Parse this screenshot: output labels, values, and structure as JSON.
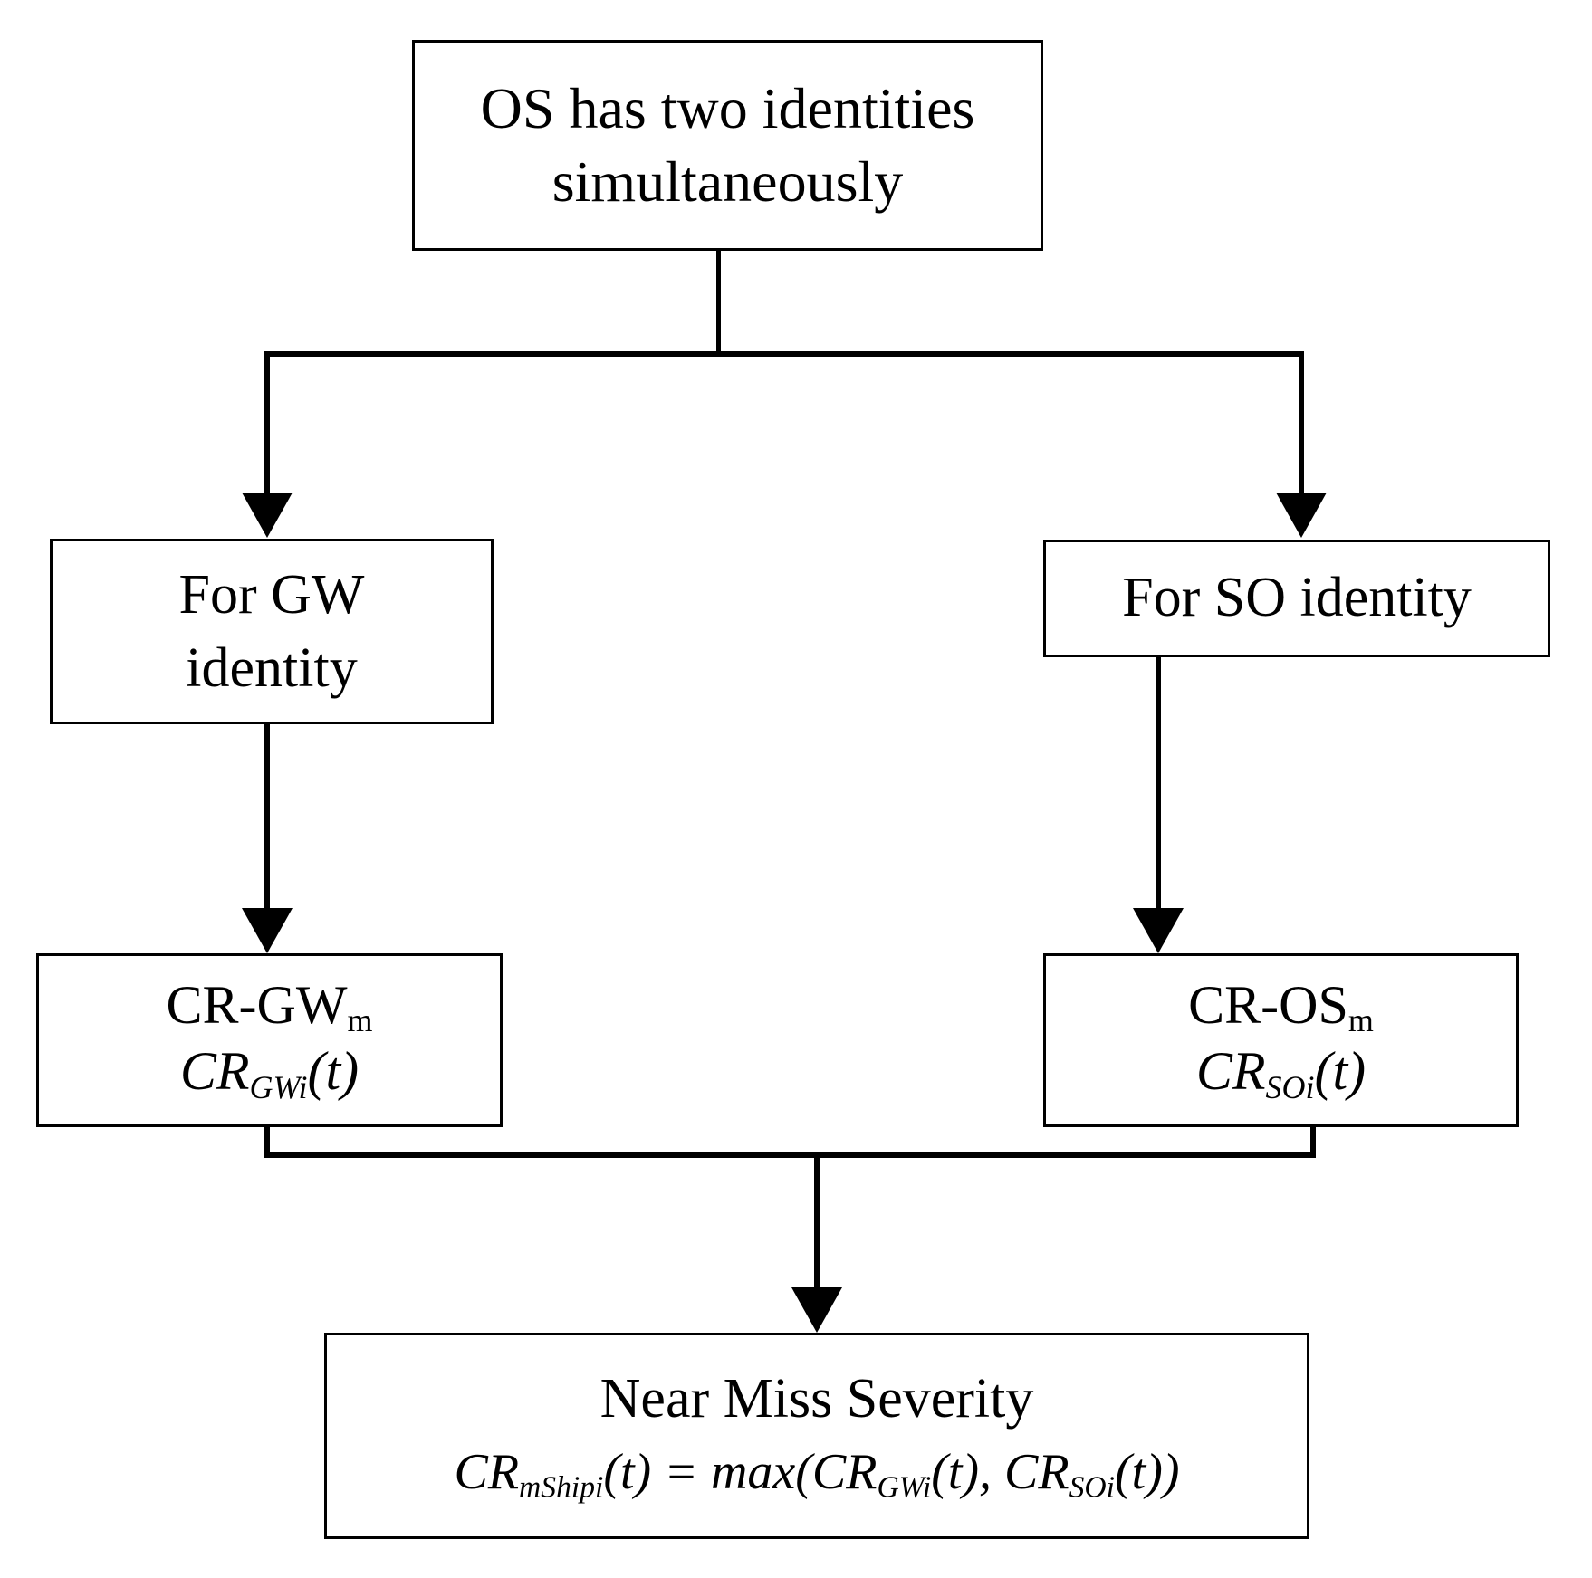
{
  "diagram": {
    "title_hidden": "",
    "nodes": {
      "top": {
        "line1": "OS has two identities",
        "line2": "simultaneously"
      },
      "gw_identity": {
        "line1": "For GW",
        "line2": "identity"
      },
      "so_identity": {
        "line1": "For SO identity"
      },
      "cr_gw": {
        "label_base": "CR-GW",
        "label_sub": "m",
        "formula_base": "CR",
        "formula_sub": "GWi",
        "formula_tail": "(t)"
      },
      "cr_os": {
        "label_base": "CR-OS",
        "label_sub": "m",
        "formula_base": "CR",
        "formula_sub": "SOi",
        "formula_tail": "(t)"
      },
      "near_miss": {
        "title": "Near Miss Severity",
        "formula_plain": "CR_mShipi(t) = max(CR_GWi(t), CR_SOi(t))",
        "f1_base": "CR",
        "f1_sub": "mShipi",
        "f1_tail": "(t) = max(",
        "f2_base": "CR",
        "f2_sub": "GWi",
        "f2_tail": "(t), ",
        "f3_base": "CR",
        "f3_sub": "SOi",
        "f3_tail": "(t))"
      }
    },
    "edges": [
      {
        "name": "top-to-fork",
        "from": "top",
        "to": "fork-bar"
      },
      {
        "name": "fork-to-gw-identity",
        "from": "fork-bar",
        "to": "gw_identity"
      },
      {
        "name": "fork-to-so-identity",
        "from": "fork-bar",
        "to": "so_identity"
      },
      {
        "name": "gw-identity-to-cr-gw",
        "from": "gw_identity",
        "to": "cr_gw"
      },
      {
        "name": "so-identity-to-cr-os",
        "from": "so_identity",
        "to": "cr_os"
      },
      {
        "name": "cr-gw-to-merge",
        "from": "cr_gw",
        "to": "merge-bar"
      },
      {
        "name": "cr-os-to-merge",
        "from": "cr_os",
        "to": "merge-bar"
      },
      {
        "name": "merge-to-near-miss",
        "from": "merge-bar",
        "to": "near_miss"
      }
    ],
    "colors": {
      "stroke": "#000000",
      "fill": "#ffffff",
      "text": "#000000"
    }
  }
}
